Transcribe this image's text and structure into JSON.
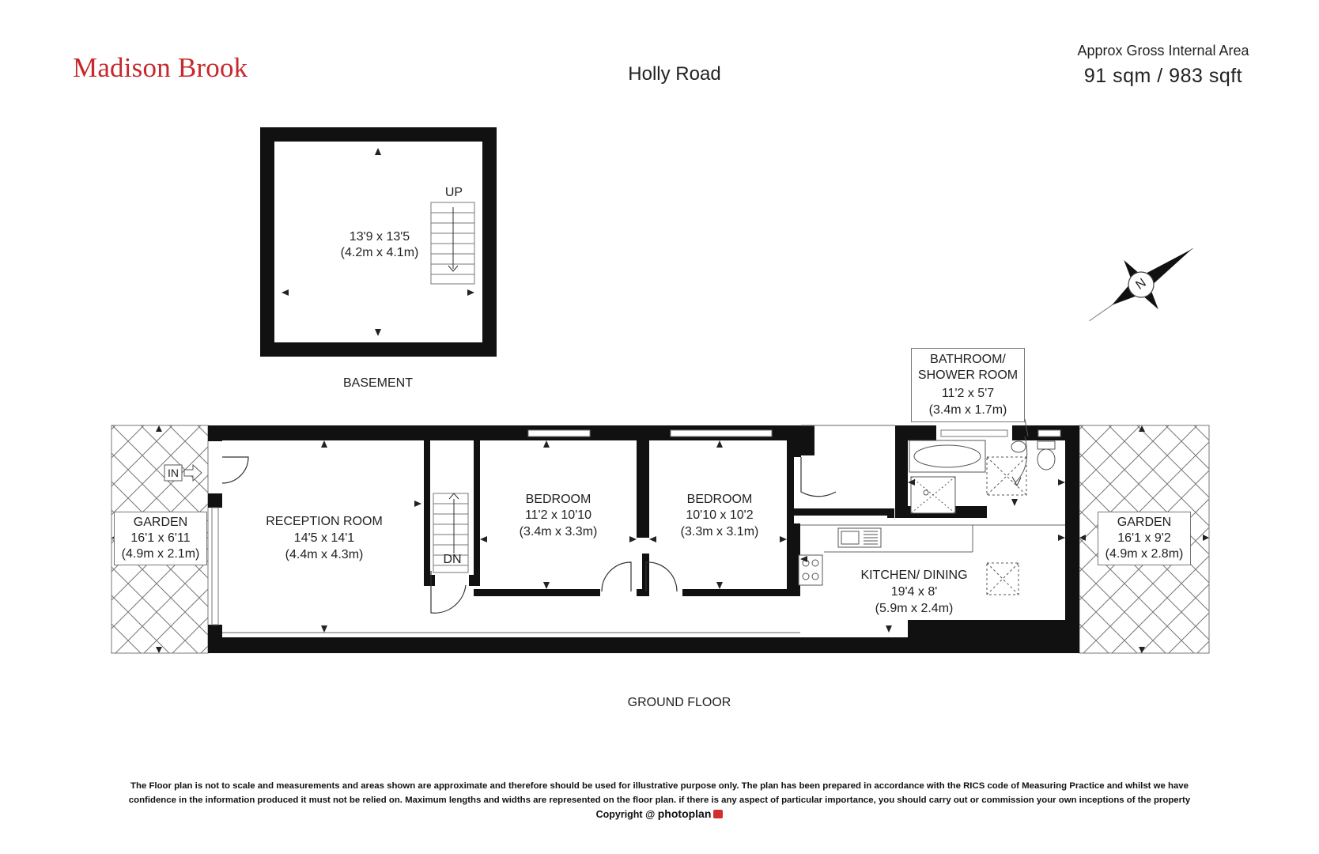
{
  "header": {
    "brand": "Madison Brook",
    "title": "Holly Road",
    "area_label": "Approx Gross Internal Area",
    "area_value": "91 sqm / 983 sqft"
  },
  "basement": {
    "floor_label": "BASEMENT",
    "room": {
      "dims_imperial": "13'9 x 13'5",
      "dims_metric": "(4.2m x 4.1m)"
    },
    "stair_label": "UP"
  },
  "ground_floor": {
    "floor_label": "GROUND FLOOR",
    "entrance_label": "IN",
    "stair_label": "DN",
    "garden_front": {
      "name": "GARDEN",
      "dims_imperial": "16'1 x 6'11",
      "dims_metric": "(4.9m x 2.1m)"
    },
    "reception": {
      "name": "RECEPTION ROOM",
      "dims_imperial": "14'5 x 14'1",
      "dims_metric": "(4.4m x 4.3m)"
    },
    "bedroom_1": {
      "name": "BEDROOM",
      "dims_imperial": "11'2 x 10'10",
      "dims_metric": "(3.4m x 3.3m)"
    },
    "bedroom_2": {
      "name": "BEDROOM",
      "dims_imperial": "10'10 x 10'2",
      "dims_metric": "(3.3m x 3.1m)"
    },
    "kitchen": {
      "name": "KITCHEN/ DINING",
      "dims_imperial": "19'4 x 8'",
      "dims_metric": "(5.9m x 2.4m)"
    },
    "bathroom": {
      "name_line1": "BATHROOM/",
      "name_line2": "SHOWER ROOM",
      "dims_imperial": "11'2 x 5'7",
      "dims_metric": "(3.4m x 1.7m)"
    },
    "garden_rear": {
      "name": "GARDEN",
      "dims_imperial": "16'1 x 9'2",
      "dims_metric": "(4.9m x 2.8m)"
    }
  },
  "compass": {
    "letter": "N"
  },
  "footer": {
    "disclaimer_line1": "The Floor plan is not to scale and measurements and areas shown are approximate and therefore should be used for illustrative purpose only. The plan has been prepared in accordance with the RICS code of Measuring Practice and whilst we have",
    "disclaimer_line2": "confidence in the information produced it must not be relied on. Maximum  lengths and widths are represented on the floor plan. if there is any aspect of particular importance, you should carry out or commission your own inceptions of the property",
    "copyright_prefix": "Copyright @",
    "copyright_brand": "photoplan"
  }
}
